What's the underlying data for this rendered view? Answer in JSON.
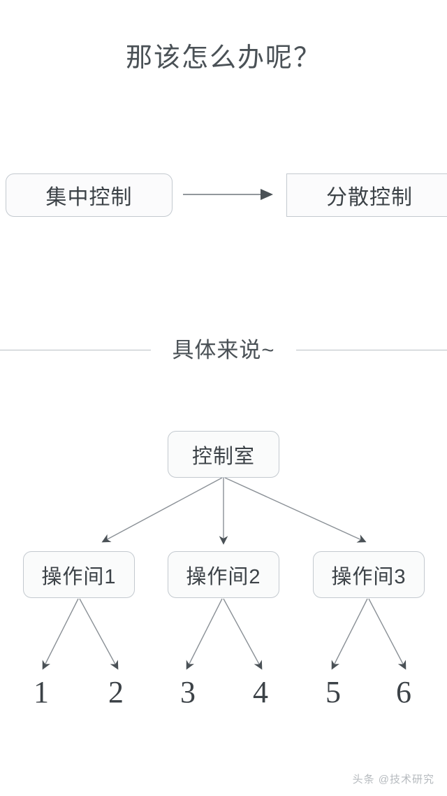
{
  "page": {
    "title": "那该怎么办呢？",
    "background_color": "#ffffff",
    "text_color": "#3c4247"
  },
  "flow": {
    "from_label": "集中控制",
    "to_label": "分散控制",
    "arrow_icon": "arrow-right-icon",
    "border_color": "#c3c9cf",
    "fill_color": "#fbfbfc"
  },
  "section": {
    "divider_label": "具体来说~",
    "divider_color": "#b9bfc5"
  },
  "tree": {
    "root": {
      "label": "控制室"
    },
    "rooms": [
      {
        "label": "操作间1"
      },
      {
        "label": "操作间2"
      },
      {
        "label": "操作间3"
      }
    ],
    "leaves": [
      {
        "label": "1"
      },
      {
        "label": "2"
      },
      {
        "label": "3"
      },
      {
        "label": "4"
      },
      {
        "label": "5"
      },
      {
        "label": "6"
      }
    ],
    "connector_color": "#8a9096",
    "box_border_color": "#c3c9cf",
    "box_fill_color": "#fafbfb"
  },
  "watermark": {
    "text": "头条 @技术研究"
  }
}
